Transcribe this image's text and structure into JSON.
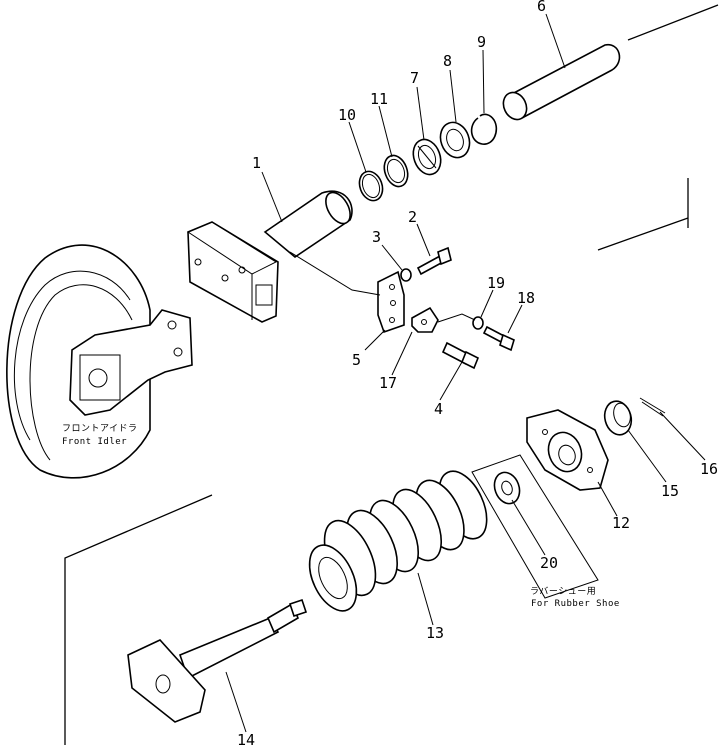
{
  "callouts": [
    {
      "id": "1",
      "label": "1"
    },
    {
      "id": "2",
      "label": "2"
    },
    {
      "id": "3",
      "label": "3"
    },
    {
      "id": "4",
      "label": "4"
    },
    {
      "id": "5",
      "label": "5"
    },
    {
      "id": "6",
      "label": "6"
    },
    {
      "id": "7",
      "label": "7"
    },
    {
      "id": "8",
      "label": "8"
    },
    {
      "id": "9",
      "label": "9"
    },
    {
      "id": "10",
      "label": "10"
    },
    {
      "id": "11",
      "label": "11"
    },
    {
      "id": "12",
      "label": "12"
    },
    {
      "id": "13",
      "label": "13"
    },
    {
      "id": "14",
      "label": "14"
    },
    {
      "id": "15",
      "label": "15"
    },
    {
      "id": "16",
      "label": "16"
    },
    {
      "id": "17",
      "label": "17"
    },
    {
      "id": "18",
      "label": "18"
    },
    {
      "id": "19",
      "label": "19"
    },
    {
      "id": "20",
      "label": "20"
    }
  ],
  "notes": {
    "front_idler_jp": "フロントアイドラ",
    "front_idler_en": "Front Idler",
    "rubber_shoe_jp": "ラバーシュー用",
    "rubber_shoe_en": "For Rubber Shoe"
  }
}
